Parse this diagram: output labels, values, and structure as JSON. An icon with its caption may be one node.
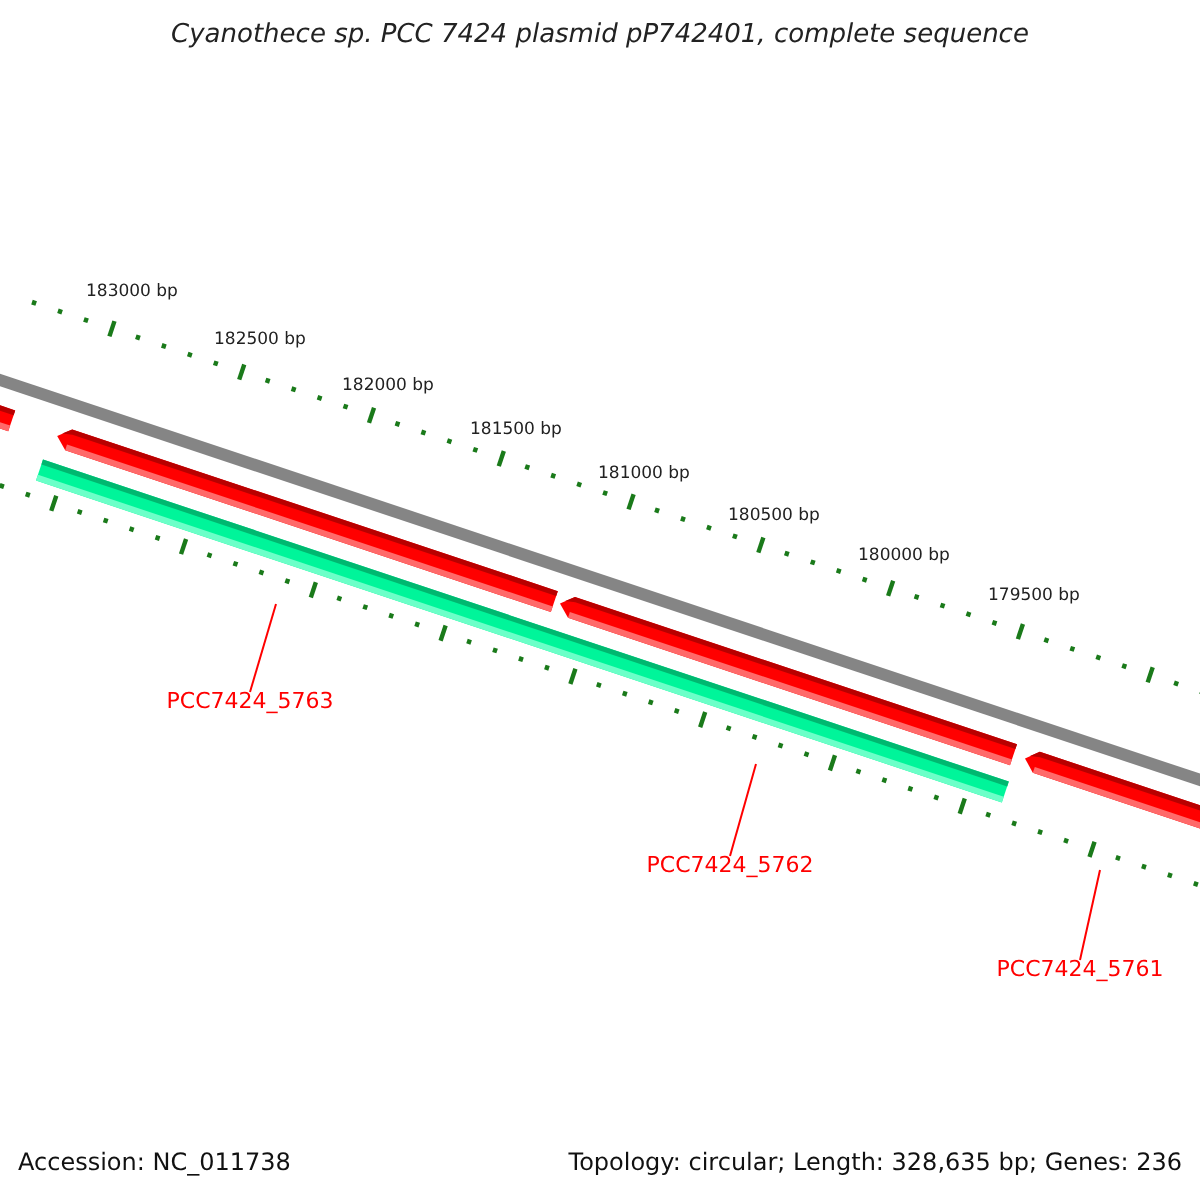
{
  "diagram": {
    "title": "Cyanothece sp. PCC 7424 plasmid pP742401, complete sequence",
    "nodes": [
      {
        "text": [
          "PCC7424_5763"
        ]
      },
      {
        "text": [
          "PCC7424_5762"
        ]
      },
      {
        "text": [
          "PCC7424_5761"
        ]
      },
      {
        "text": [],
        "shape": "bar"
      },
      {
        "text": [],
        "shape": "bar"
      },
      {
        "text": [],
        "shape": "bar"
      },
      {
        "text": [],
        "shape": "bar"
      },
      {
        "text": [],
        "shape": "bar"
      }
    ],
    "edges": [
      {
        "from": 0,
        "to": null,
        "arrow": "none"
      },
      {
        "from": 1,
        "to": null,
        "arrow": "none"
      },
      {
        "from": 2,
        "to": null,
        "arrow": "none"
      }
    ],
    "labels": [
      "183000 bp",
      "182500 bp",
      "182000 bp",
      "181500 bp",
      "181000 bp",
      "180500 bp",
      "180000 bp",
      "179500 bp",
      "Accession: NC_011738",
      "Topology: circular; Length: 328,635 bp; Genes: 236"
    ]
  }
}
